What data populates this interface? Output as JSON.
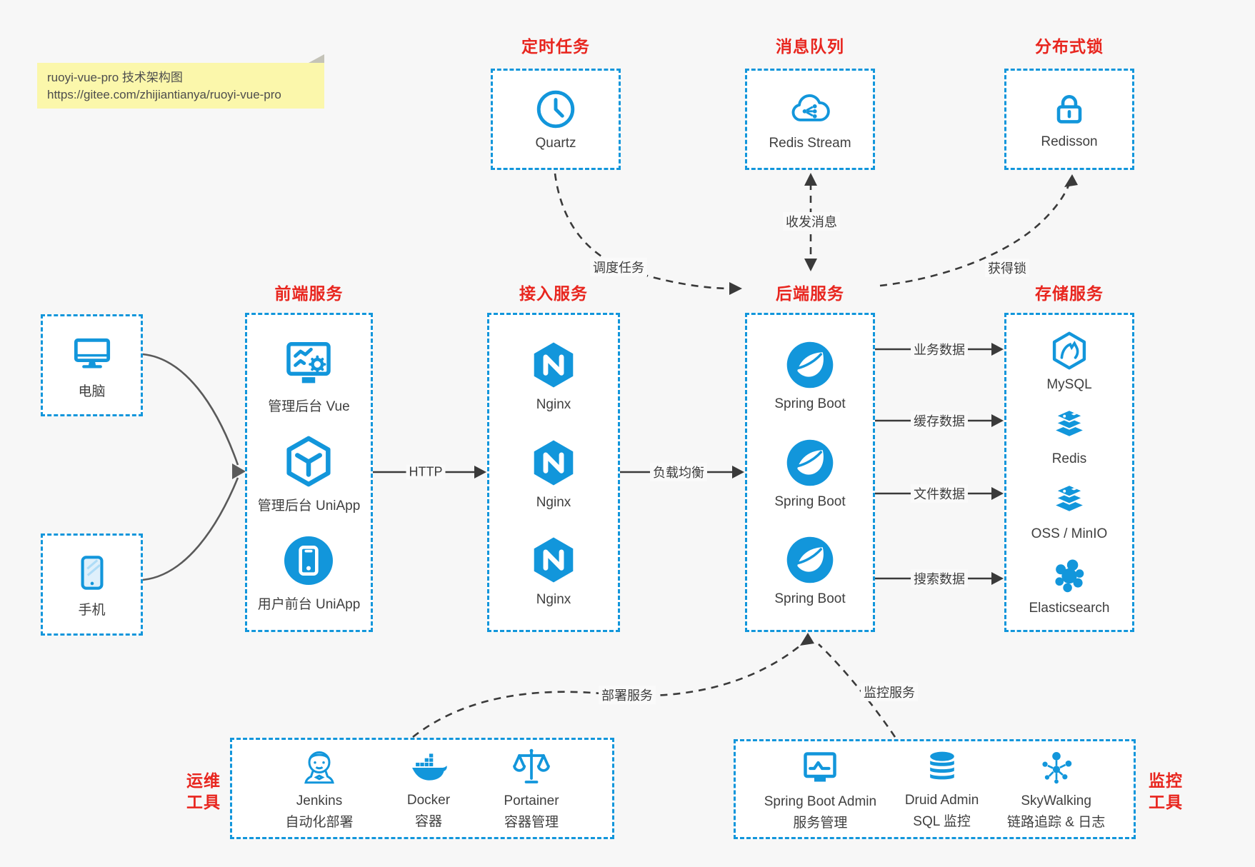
{
  "note": {
    "title": "ruoyi-vue-pro 技术架构图",
    "url": "https://gitee.com/zhijiantianya/ruoyi-vue-pro"
  },
  "colors": {
    "accent_blue": "#1296db",
    "title_red": "#e8261f",
    "line_dark": "#3a3a3a",
    "note_yellow": "#fbf7ab",
    "background": "#f7f7f7"
  },
  "top_groups": [
    {
      "title": "定时任务",
      "item": {
        "label": "Quartz",
        "icon": "clock-icon"
      }
    },
    {
      "title": "消息队列",
      "item": {
        "label": "Redis Stream",
        "icon": "cloud-share-icon"
      }
    },
    {
      "title": "分布式锁",
      "item": {
        "label": "Redisson",
        "icon": "lock-icon"
      }
    }
  ],
  "clients": [
    {
      "label": "电脑",
      "icon": "desktop-icon"
    },
    {
      "label": "手机",
      "icon": "smartphone-icon"
    }
  ],
  "service_columns": [
    {
      "title": "前端服务",
      "items": [
        {
          "label": "管理后台 Vue",
          "icon": "admin-vue-icon"
        },
        {
          "label": "管理后台 UniApp",
          "icon": "uniapp-cube-icon"
        },
        {
          "label": "用户前台 UniApp",
          "icon": "user-app-icon"
        }
      ]
    },
    {
      "title": "接入服务",
      "items": [
        {
          "label": "Nginx",
          "icon": "nginx-icon"
        },
        {
          "label": "Nginx",
          "icon": "nginx-icon"
        },
        {
          "label": "Nginx",
          "icon": "nginx-icon"
        }
      ]
    },
    {
      "title": "后端服务",
      "items": [
        {
          "label": "Spring Boot",
          "icon": "spring-boot-icon"
        },
        {
          "label": "Spring Boot",
          "icon": "spring-boot-icon"
        },
        {
          "label": "Spring Boot",
          "icon": "spring-boot-icon"
        }
      ]
    },
    {
      "title": "存储服务",
      "items": [
        {
          "label": "MySQL",
          "icon": "mysql-icon"
        },
        {
          "label": "Redis",
          "icon": "redis-icon"
        },
        {
          "label": "OSS / MinIO",
          "icon": "object-storage-icon"
        },
        {
          "label": "Elasticsearch",
          "icon": "elasticsearch-icon"
        }
      ]
    }
  ],
  "edges": {
    "http": "HTTP",
    "load_balance": "负载均衡",
    "schedule_task": "调度任务",
    "send_receive_message": "收发消息",
    "acquire_lock": "获得锁",
    "deploy_service": "部署服务",
    "monitor_service": "监控服务",
    "business_data": "业务数据",
    "cache_data": "缓存数据",
    "file_data": "文件数据",
    "search_data": "搜索数据"
  },
  "bottom_groups": [
    {
      "title_line1": "运维",
      "title_line2": "工具",
      "items": [
        {
          "name": "Jenkins",
          "desc": "自动化部署",
          "icon": "jenkins-icon"
        },
        {
          "name": "Docker",
          "desc": "容器",
          "icon": "docker-icon"
        },
        {
          "name": "Portainer",
          "desc": "容器管理",
          "icon": "portainer-icon"
        }
      ]
    },
    {
      "title_line1": "监控",
      "title_line2": "工具",
      "items": [
        {
          "name": "Spring Boot Admin",
          "desc": "服务管理",
          "icon": "monitor-chart-icon"
        },
        {
          "name": "Druid Admin",
          "desc": "SQL 监控",
          "icon": "database-icon"
        },
        {
          "name": "SkyWalking",
          "desc": "链路追踪 & 日志",
          "icon": "topology-icon"
        }
      ]
    }
  ]
}
